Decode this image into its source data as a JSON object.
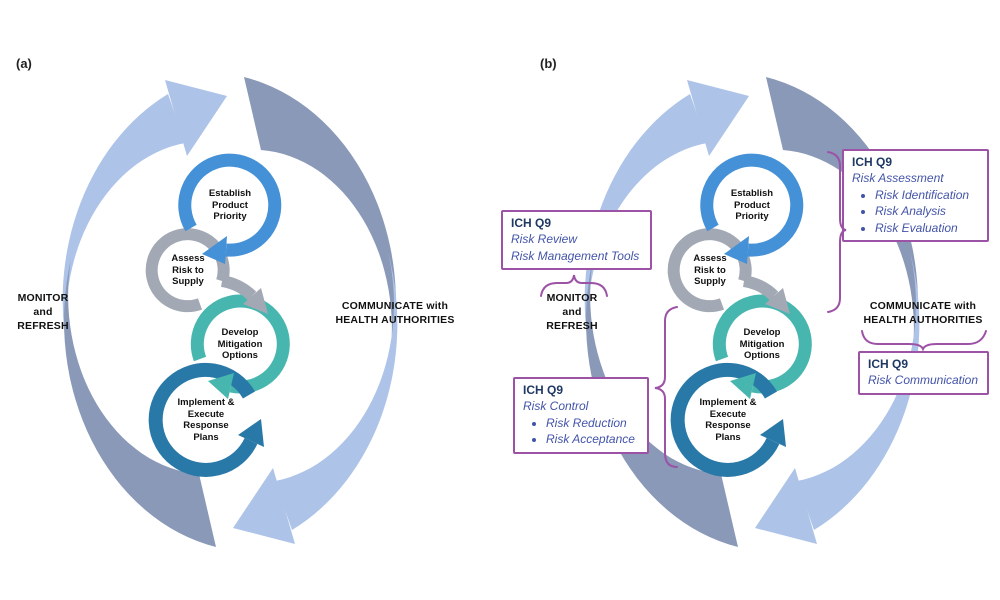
{
  "colors": {
    "cycle_light": "#ADC3E8",
    "cycle_gray": "#8A99B8",
    "ring_blue": "#4591D7",
    "ring_gray": "#A2A8B4",
    "ring_teal": "#47B6AF",
    "ring_dark": "#2979A8",
    "annotation_purple": "#9C52A5",
    "heading_navy": "#1F3864",
    "annotation_text_blue": "#4354A8"
  },
  "panels": {
    "a": {
      "label": "(a)",
      "steps": [
        {
          "name": "Establish Product Priority",
          "lines": [
            "Establish",
            "Product",
            "Priority"
          ]
        },
        {
          "name": "Assess Risk to Supply",
          "lines": [
            "Assess",
            "Risk to",
            "Supply"
          ]
        },
        {
          "name": "Develop Mitigation Options",
          "lines": [
            "Develop",
            "Mitigation",
            "Options"
          ]
        },
        {
          "name": "Implement & Execute Response Plans",
          "lines": [
            "Implement &",
            "Execute",
            "Response",
            "Plans"
          ]
        }
      ],
      "monitor_label": {
        "lines": [
          "MONITOR",
          "and",
          "REFRESH"
        ]
      },
      "communicate_label": {
        "lines": [
          "COMMUNICATE with",
          "HEALTH AUTHORITIES"
        ]
      }
    },
    "b": {
      "label": "(b)",
      "steps": [
        {
          "name": "Establish Product Priority",
          "lines": [
            "Establish",
            "Product",
            "Priority"
          ]
        },
        {
          "name": "Assess Risk to Supply",
          "lines": [
            "Assess",
            "Risk to",
            "Supply"
          ]
        },
        {
          "name": "Develop Mitigation Options",
          "lines": [
            "Develop",
            "Mitigation",
            "Options"
          ]
        },
        {
          "name": "Implement & Execute Response Plans",
          "lines": [
            "Implement &",
            "Execute",
            "Response",
            "Plans"
          ]
        }
      ],
      "monitor_label": {
        "lines": [
          "MONITOR",
          "and",
          "REFRESH"
        ]
      },
      "communicate_label": {
        "lines": [
          "COMMUNICATE with",
          "HEALTH AUTHORITIES"
        ]
      },
      "annotations": {
        "risk_review": {
          "heading": "ICH Q9",
          "lines": [
            "Risk Review",
            "Risk Management Tools"
          ],
          "bullets": []
        },
        "risk_assessment": {
          "heading": "ICH Q9",
          "lines": [
            "Risk Assessment"
          ],
          "bullets": [
            "Risk Identification",
            "Risk Analysis",
            "Risk Evaluation"
          ]
        },
        "risk_control": {
          "heading": "ICH Q9",
          "lines": [
            "Risk Control"
          ],
          "bullets": [
            "Risk Reduction",
            "Risk Acceptance"
          ]
        },
        "risk_communication": {
          "heading": "ICH Q9",
          "lines": [
            "Risk Communication"
          ],
          "bullets": []
        }
      }
    }
  }
}
